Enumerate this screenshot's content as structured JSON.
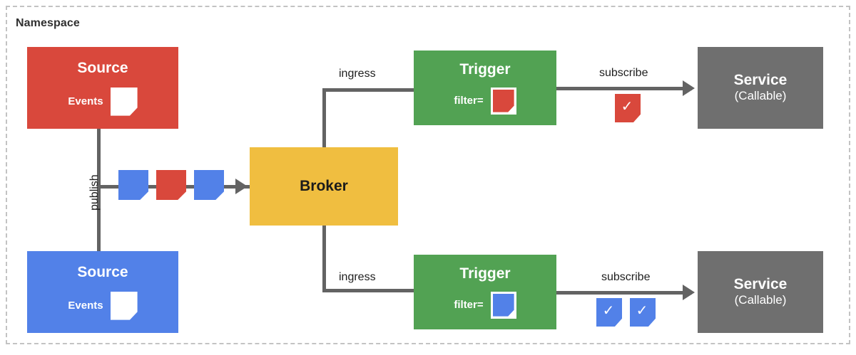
{
  "namespace": {
    "label": "Namespace",
    "border_color": "#c3c3c3"
  },
  "palette": {
    "red": "#d9483c",
    "blue": "#5281e8",
    "green": "#52a253",
    "yellow": "#f0be40",
    "gray": "#6f6f6f",
    "line": "#636363",
    "text_dark": "#1e1e1e",
    "text_light": "#ffffff"
  },
  "nodes": {
    "source_red": {
      "title": "Source",
      "events_label": "Events",
      "card_icon": "event-card-icon",
      "color": "#d9483c"
    },
    "source_blue": {
      "title": "Source",
      "events_label": "Events",
      "card_icon": "event-card-icon",
      "color": "#5281e8"
    },
    "broker": {
      "title": "Broker",
      "color": "#f0be40"
    },
    "trigger_top": {
      "title": "Trigger",
      "filter_label": "filter=",
      "filter_card_color": "#d9483c",
      "color": "#52a253"
    },
    "trigger_bottom": {
      "title": "Trigger",
      "filter_label": "filter=",
      "filter_card_color": "#5281e8",
      "color": "#52a253"
    },
    "service_top": {
      "title": "Service",
      "subtitle": "(Callable)",
      "color": "#6f6f6f"
    },
    "service_bottom": {
      "title": "Service",
      "subtitle": "(Callable)",
      "color": "#6f6f6f"
    }
  },
  "edges": {
    "publish": {
      "label": "publish",
      "orientation": "vertical"
    },
    "ingress_top": {
      "label": "ingress"
    },
    "ingress_bottom": {
      "label": "ingress"
    },
    "subscribe_top": {
      "label": "subscribe"
    },
    "subscribe_bottom": {
      "label": "subscribe"
    }
  },
  "event_stream": {
    "cards": [
      {
        "color": "#5281e8"
      },
      {
        "color": "#d9483c"
      },
      {
        "color": "#5281e8"
      }
    ]
  },
  "delivered_top": {
    "cards": [
      {
        "color": "#d9483c",
        "glyph": "✓"
      }
    ]
  },
  "delivered_bottom": {
    "cards": [
      {
        "color": "#5281e8",
        "glyph": "✓"
      },
      {
        "color": "#5281e8",
        "glyph": "✓"
      }
    ]
  }
}
